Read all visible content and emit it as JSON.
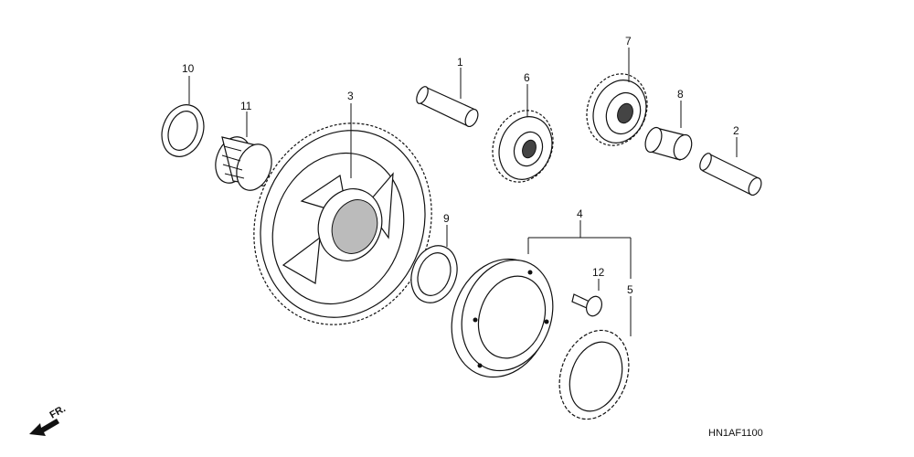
{
  "diagram": {
    "callouts": [
      "1",
      "2",
      "3",
      "4",
      "5",
      "6",
      "7",
      "8",
      "9",
      "10",
      "11",
      "12"
    ],
    "diagram_code": "HN1AF1100",
    "direction_label": "FR."
  }
}
